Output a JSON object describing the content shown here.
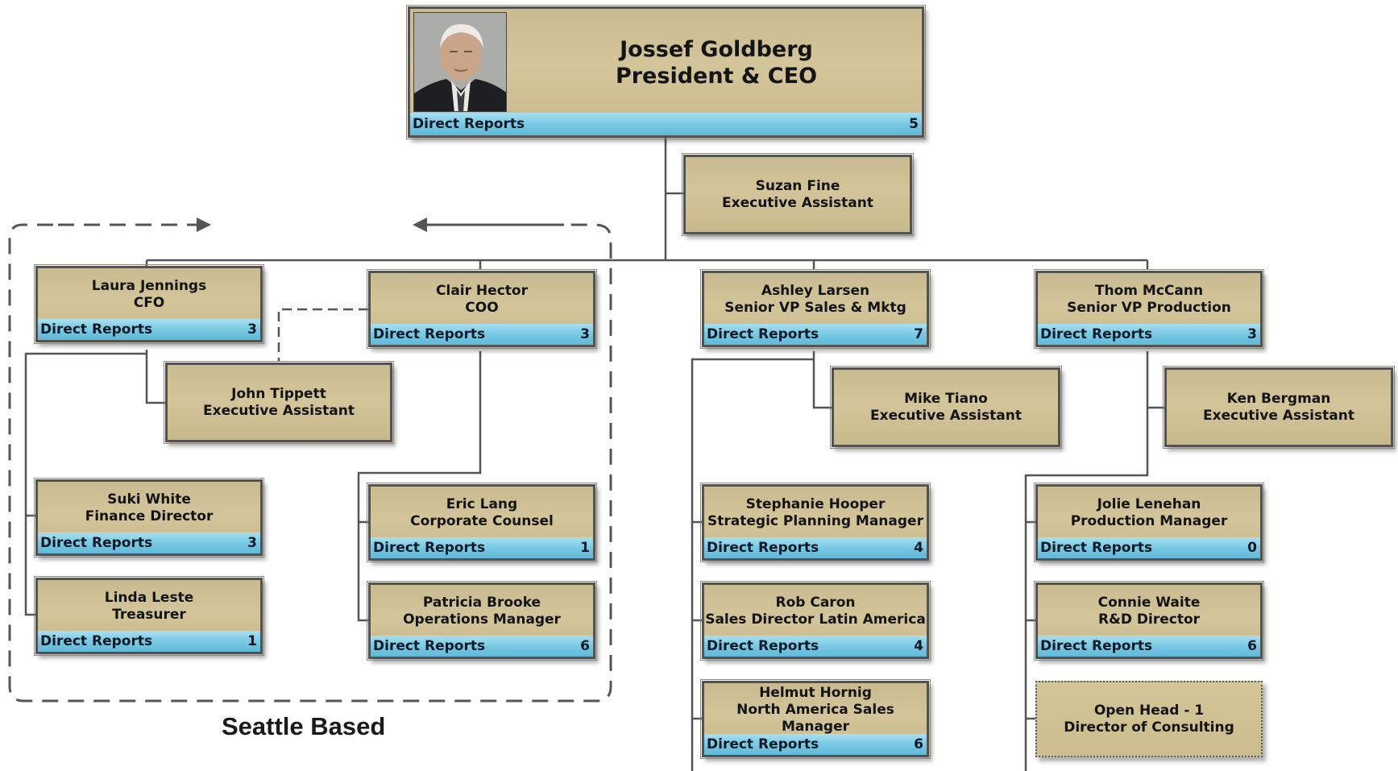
{
  "ceo": {
    "name": "Jossef Goldberg",
    "title": "President & CEO",
    "reports_label": "Direct Reports",
    "reports": "5"
  },
  "nodes": [
    {
      "name": "Suzan Fine",
      "title": "Executive Assistant"
    },
    {
      "name": "Laura Jennings",
      "title": "CFO",
      "reports_label": "Direct Reports",
      "reports": "3"
    },
    {
      "name": "Clair Hector",
      "title": "COO",
      "reports_label": "Direct Reports",
      "reports": "3"
    },
    {
      "name": "Ashley Larsen",
      "title": "Senior VP Sales & Mktg",
      "reports_label": "Direct Reports",
      "reports": "7"
    },
    {
      "name": "Thom McCann",
      "title": "Senior VP Production",
      "reports_label": "Direct Reports",
      "reports": "3"
    },
    {
      "name": "John Tippett",
      "title": "Executive Assistant"
    },
    {
      "name": "Mike Tiano",
      "title": "Executive Assistant"
    },
    {
      "name": "Ken Bergman",
      "title": "Executive Assistant"
    },
    {
      "name": "Suki White",
      "title": "Finance Director",
      "reports_label": "Direct Reports",
      "reports": "3"
    },
    {
      "name": "Linda Leste",
      "title": "Treasurer",
      "reports_label": "Direct Reports",
      "reports": "1"
    },
    {
      "name": "Eric Lang",
      "title": "Corporate Counsel",
      "reports_label": "Direct Reports",
      "reports": "1"
    },
    {
      "name": "Patricia Brooke",
      "title": "Operations Manager",
      "reports_label": "Direct Reports",
      "reports": "6"
    },
    {
      "name": "Stephanie Hooper",
      "title": "Strategic Planning Manager",
      "reports_label": "Direct Reports",
      "reports": "4"
    },
    {
      "name": "Rob Caron",
      "title": "Sales Director Latin America",
      "reports_label": "Direct Reports",
      "reports": "4"
    },
    {
      "name": "Helmut Hornig",
      "title": "North America Sales Manager",
      "reports_label": "Direct Reports",
      "reports": "6"
    },
    {
      "name": "Jolie Lenehan",
      "title": "Production Manager",
      "reports_label": "Direct Reports",
      "reports": "0"
    },
    {
      "name": "Connie Waite",
      "title": "R&D Director",
      "reports_label": "Direct Reports",
      "reports": "6"
    },
    {
      "name": "Open Head - 1",
      "title": "Director of Consulting"
    }
  ],
  "seattle_label": "Seattle Based"
}
